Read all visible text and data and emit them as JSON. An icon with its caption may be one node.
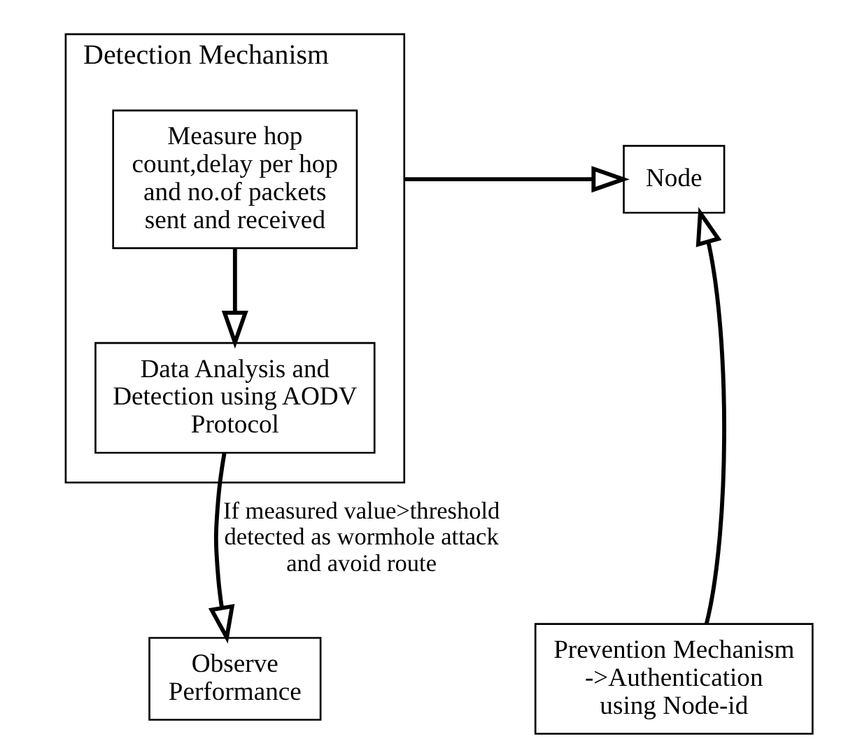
{
  "diagram": {
    "nodes": [
      {
        "text": [
          "Detection Mechanism"
        ]
      },
      {
        "text": [
          "Measure hop count,delay per hop and no.of packets sent and received"
        ],
        "in": 0
      },
      {
        "text": [
          "Data Analysis and Detection using AODV Protocol"
        ],
        "in": 0
      },
      {
        "text": [
          "Node"
        ]
      },
      {
        "text": [
          "Prevention Mechanism ->Authentication using Node-id"
        ]
      },
      {
        "text": [
          "Observe Performance"
        ]
      }
    ],
    "edges": [
      {
        "from": 0,
        "to": 3,
        "arrow": "to"
      },
      {
        "from": 1,
        "to": 2,
        "arrow": "to"
      },
      {
        "from": 4,
        "to": 3,
        "arrow": "to"
      },
      {
        "from": 2,
        "to": 5,
        "arrow": "to",
        "label": "If measured value>threshold detected as wormhole attack and avoid route"
      }
    ]
  }
}
